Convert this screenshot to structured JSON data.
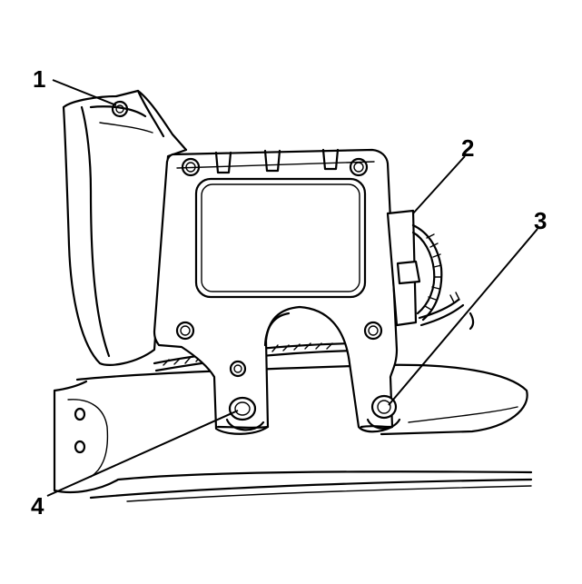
{
  "callouts": [
    {
      "label": "1",
      "target": "mounting-nut-upper-left"
    },
    {
      "label": "2",
      "target": "electrical-connector"
    },
    {
      "label": "3",
      "target": "mounting-bolt-right"
    },
    {
      "label": "4",
      "target": "mounting-bolt-left"
    }
  ]
}
